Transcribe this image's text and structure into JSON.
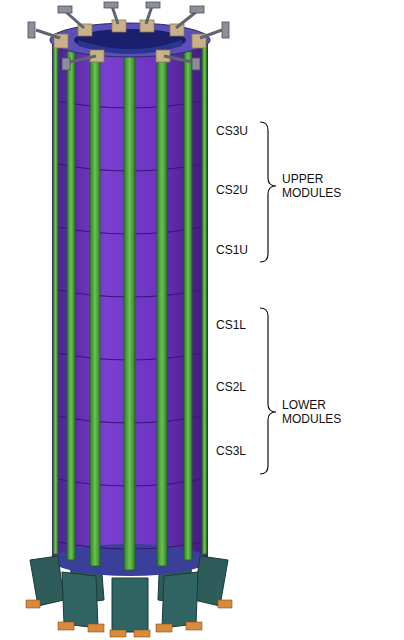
{
  "diagram": {
    "labels": [
      "CS3U",
      "CS2U",
      "CS1U",
      "UPPER MODULES",
      "CS1L",
      "CS2L",
      "CS3L",
      "LOWER MODULES"
    ]
  }
}
